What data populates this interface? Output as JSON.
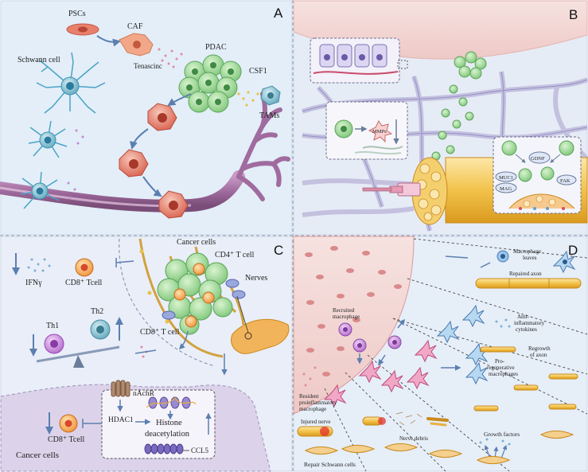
{
  "panels": {
    "a": {
      "letter": "A",
      "labels": {
        "pscs": "PSCs",
        "caf": "CAF",
        "tenascinc": "Tenascinc",
        "pdac": "PDAC",
        "csf1": "CSF1",
        "tams": "TAMs",
        "schwann": "Schwann cell"
      }
    },
    "b": {
      "letter": "B",
      "labels": {
        "mmps": "MMPs",
        "gdnf": "GDNF",
        "muc1": "MUC1",
        "mag": "MAG",
        "fak": "FAK"
      }
    },
    "c": {
      "letter": "C",
      "labels": {
        "cancer_cells_top": "Cancer cells",
        "cd4": "CD4⁺ T cell",
        "nerves": "Nerves",
        "cd8_tcell": "CD8⁺ T cell",
        "ifn": "IFNγ",
        "cd8_a": "CD8⁺ Tcell",
        "th1": "Th1",
        "th2": "Th2",
        "nachr": "nAchR",
        "hdac1": "HDAC1",
        "histone": "Histone",
        "deacetylation": "deacetylation",
        "ccl5": "CCL5",
        "cd8_b": "CD8⁺ Tcell",
        "cancer_cells_bottom": "Cancer cells"
      }
    },
    "d": {
      "letter": "D",
      "labels": {
        "macro_leaves_1": "Macrophage",
        "macro_leaves_2": "leaves",
        "repaired_axon": "Repaired axon",
        "recruited_1": "Recruited",
        "recruited_2": "macrophage",
        "anti_1": "Anti-",
        "anti_2": "inflammatory",
        "anti_3": "cytokines",
        "regrowth_1": "Regrowth",
        "regrowth_2": "of axon",
        "pro_1": "Pro-",
        "pro_2": "regenerative",
        "pro_3": "macrophages",
        "resident_1": "Resident",
        "resident_2": "proinflammatory",
        "resident_3": "macrophage",
        "injured": "Injured nerve",
        "debris": "Nerve debris",
        "growth": "Growth factors",
        "repair": "Repair Schwann cells"
      }
    }
  },
  "colors": {
    "panel_bg": "#e3eef8",
    "panel_c_bg": "#eaeef8",
    "cancer_green": "#8fd08a",
    "macrophage_red": "#e07a6a",
    "schwann_blue": "#5bb8d6",
    "nerve_purple": "#9a6a9a",
    "nerve_yellow": "#f2c24a",
    "tissue_pink": "#f3d6d6"
  }
}
